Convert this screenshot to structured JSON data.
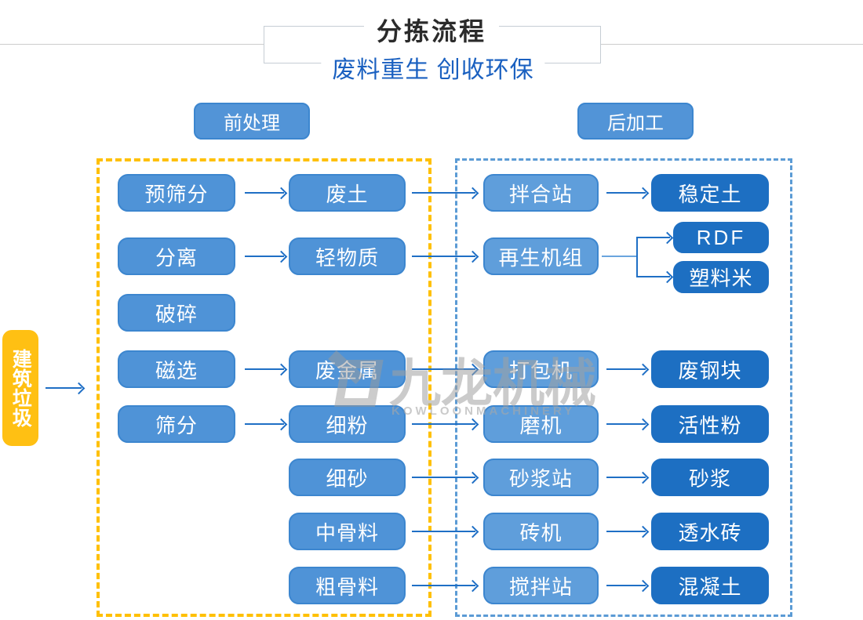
{
  "header": {
    "title": "分拣流程",
    "subtitle": "废料重生 创收环保"
  },
  "sections": {
    "pre_label": "前处理",
    "post_label": "后加工"
  },
  "source_label": "建筑垃圾",
  "flow": {
    "col1": [
      "预筛分",
      "分离",
      "破碎",
      "磁选",
      "筛分"
    ],
    "col2": [
      "废土",
      "轻物质",
      "废金属",
      "细粉",
      "细砂",
      "中骨料",
      "粗骨料"
    ],
    "col3": [
      "拌合站",
      "再生机组",
      "打包机",
      "磨机",
      "砂浆站",
      "砖机",
      "搅拌站"
    ],
    "col4": [
      "稳定土",
      "RDF",
      "塑料米",
      "废钢块",
      "活性粉",
      "砂浆",
      "透水砖",
      "混凝土"
    ]
  },
  "watermark": {
    "name": "九龙机械",
    "latin": "KOWLOONMACHINERY"
  },
  "colors": {
    "light_box": "#4f93d7",
    "light_box_alt": "#5f9edb",
    "dark_box": "#1d6fc2",
    "source_yellow": "#ffc013",
    "dashed_yellow": "#ffc000",
    "dashed_blue": "#5b9bd5",
    "arrow_blue": "#1f6fc5",
    "subtitle_blue": "#1a60c0"
  }
}
